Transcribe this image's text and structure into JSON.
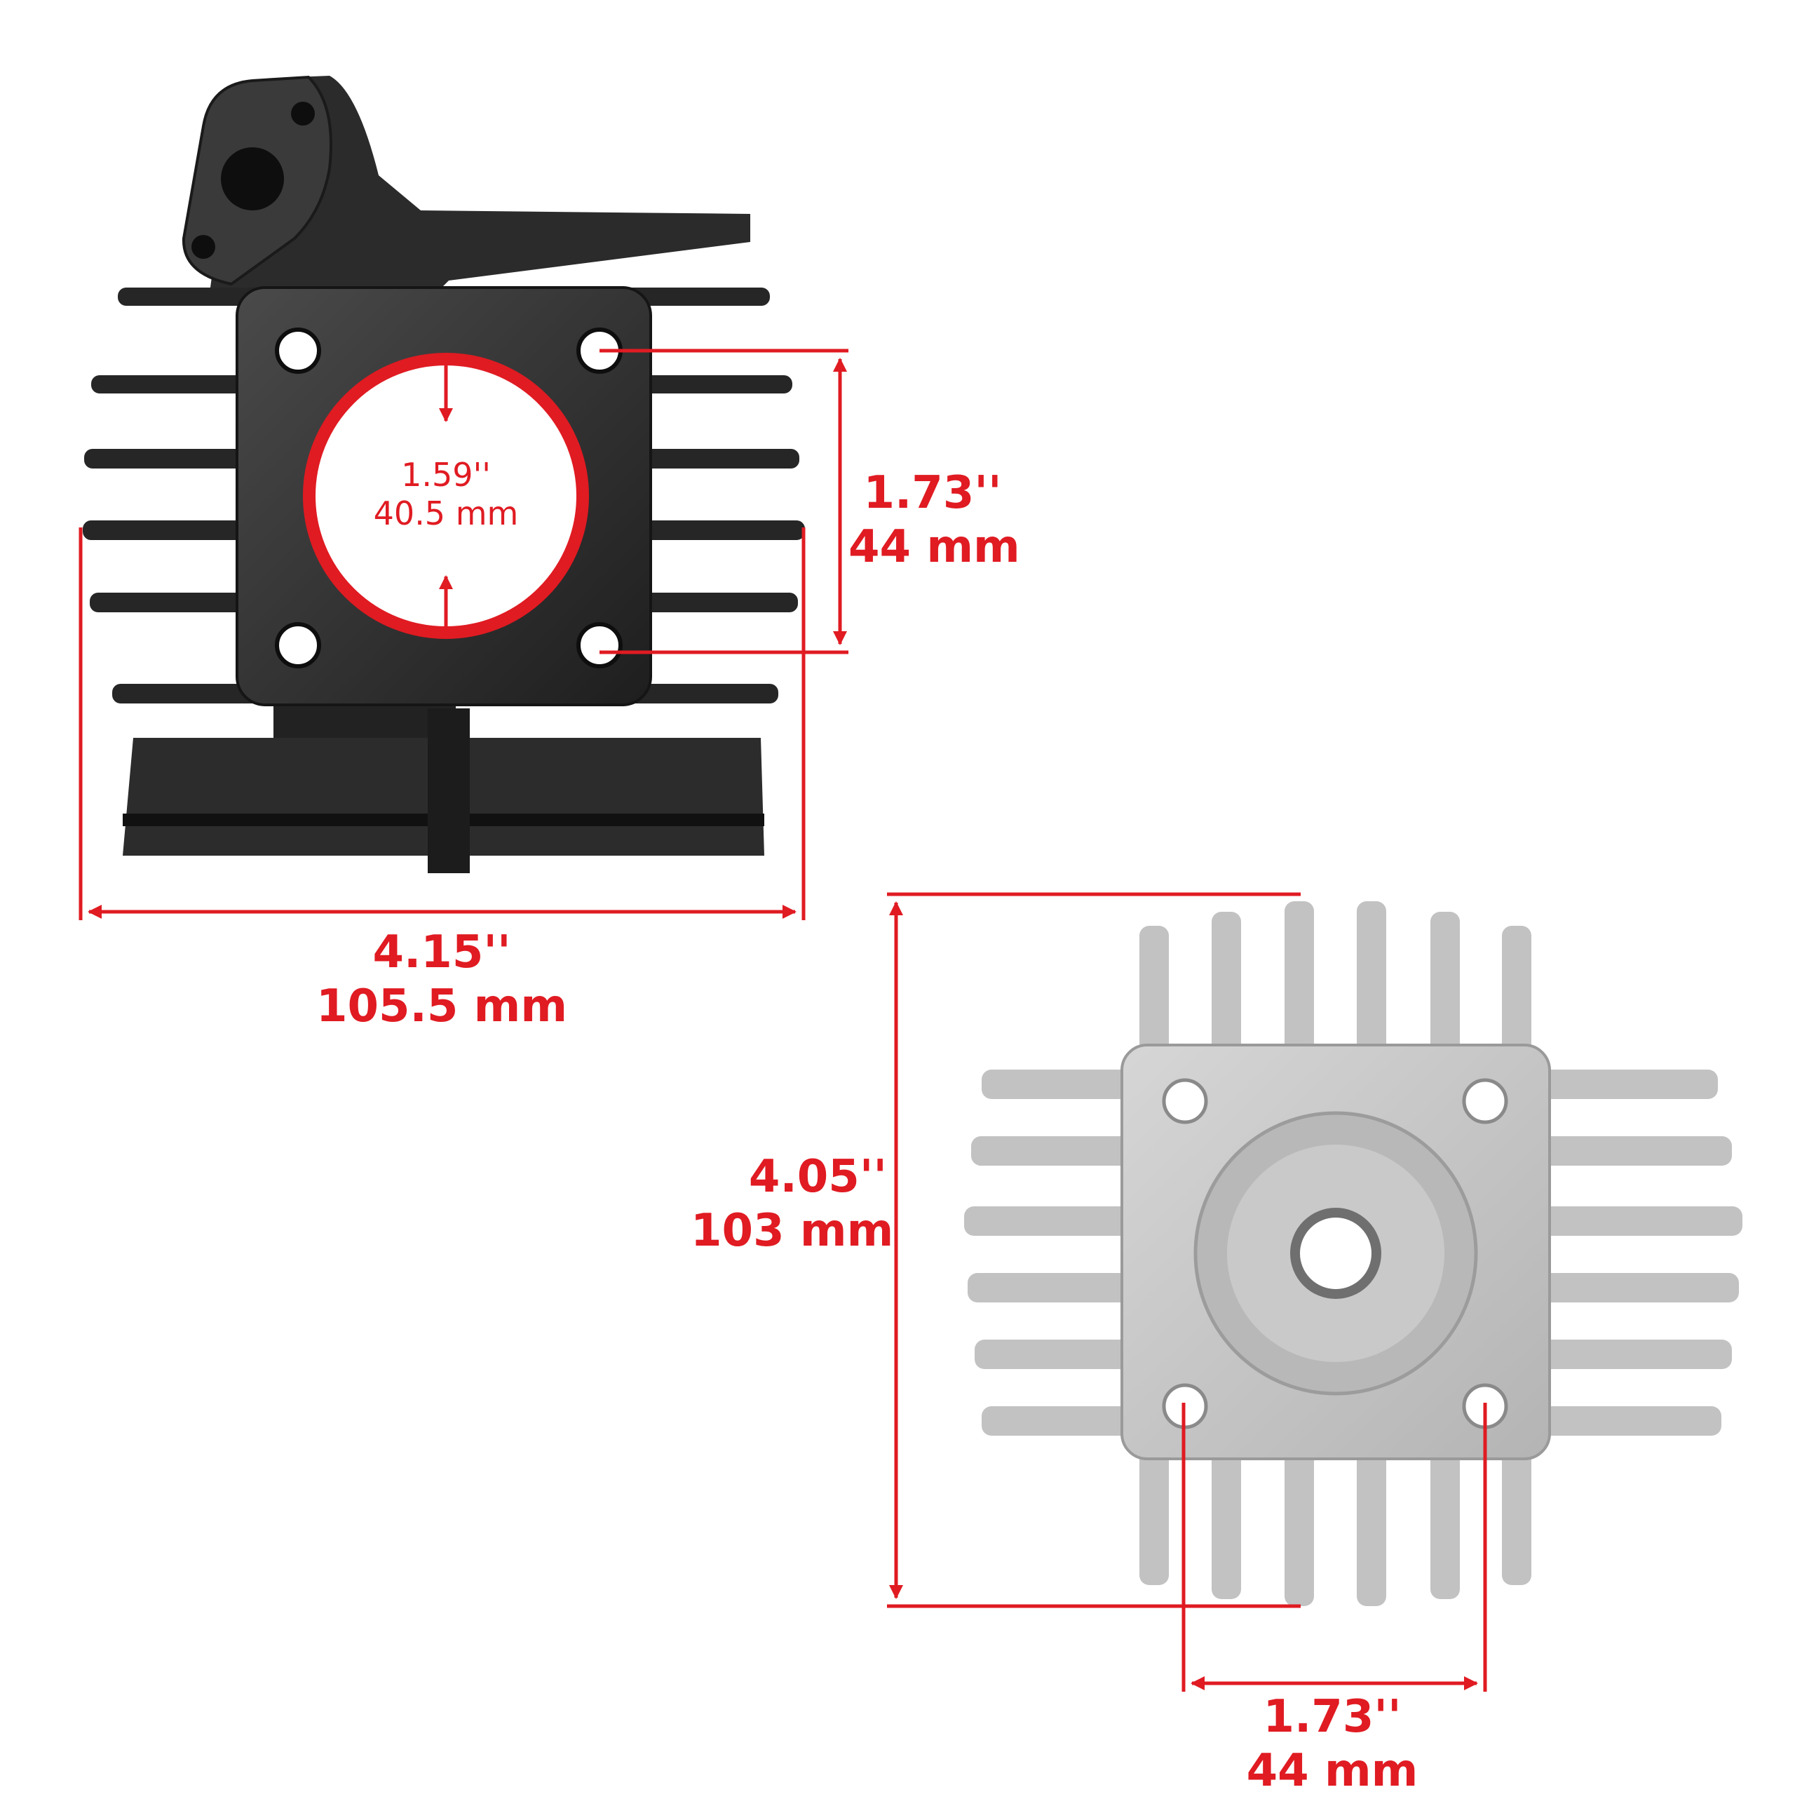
{
  "colors": {
    "dimension": "#e01b22",
    "cylinder": "#2a2a2a",
    "head": "#c8c8c8",
    "background": "#ffffff"
  },
  "cylinder": {
    "bore": {
      "in": "1.59''",
      "mm": "40.5 mm"
    },
    "stud_spacing": {
      "in": "1.73''",
      "mm": "44 mm"
    },
    "width": {
      "in": "4.15''",
      "mm": "105.5 mm"
    }
  },
  "head": {
    "height": {
      "in": "4.05''",
      "mm": "103 mm"
    },
    "stud_spacing": {
      "in": "1.73''",
      "mm": "44 mm"
    }
  }
}
